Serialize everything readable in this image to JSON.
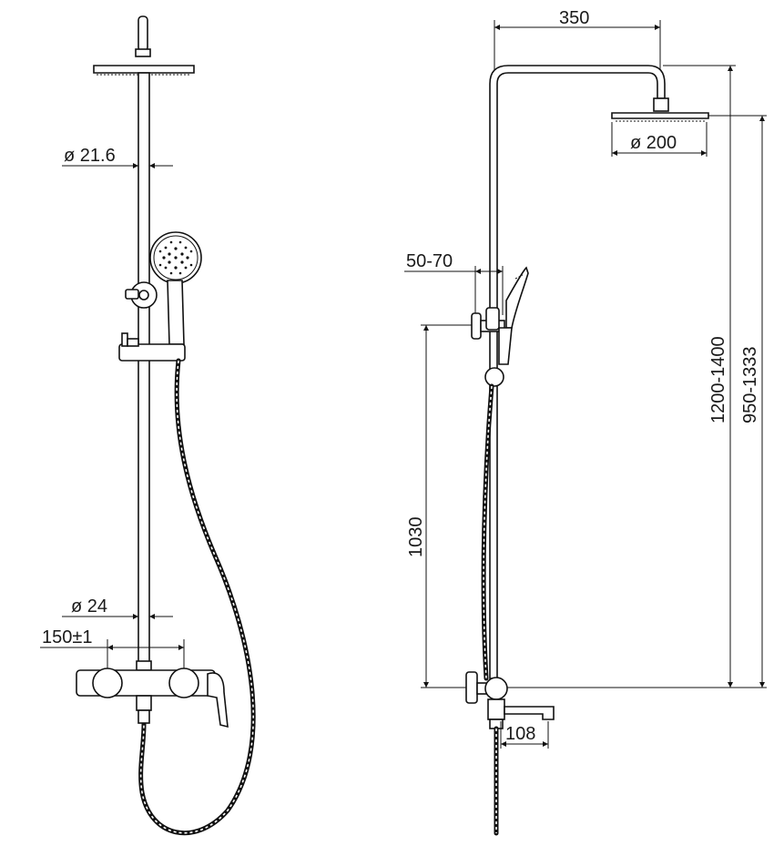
{
  "dimensions": {
    "pipe_diameter": "ø 21.6",
    "mount_diameter": "ø 24",
    "mount_center": "150±1",
    "arm_length": "350",
    "head_diameter": "ø 200",
    "holder_offset": "50-70",
    "holder_height": "1030",
    "total_height": "1200-1400",
    "head_height": "950-1333",
    "spout_length": "108"
  }
}
